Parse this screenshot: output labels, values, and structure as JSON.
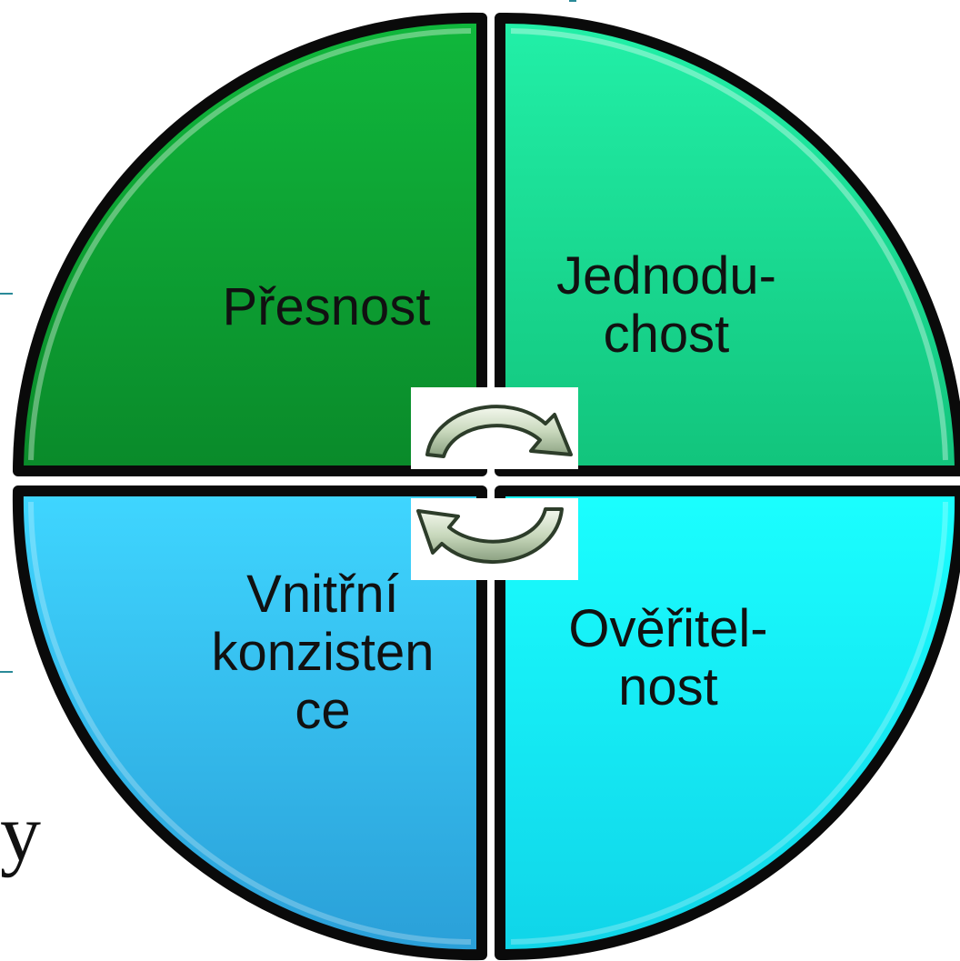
{
  "segments": {
    "top_left": {
      "lines": [
        "Přesnost"
      ],
      "color_light": "#10b83c",
      "color_dark": "#0a8a2a"
    },
    "top_right": {
      "lines": [
        "Jednodu-",
        "chost"
      ],
      "color_light": "#22f0a8",
      "color_dark": "#12c47c"
    },
    "bottom_left": {
      "lines": [
        "Vnitřní",
        "konzisten",
        "ce"
      ],
      "color_light": "#3fd6ff",
      "color_dark": "#2a9fd8"
    },
    "bottom_right": {
      "lines": [
        "Ověřitel-",
        "nost"
      ],
      "color_light": "#1affff",
      "color_dark": "#10d4e8"
    }
  },
  "arrows": {
    "fill": "#c8d8bc",
    "stroke": "#2d3d2a",
    "panel_color": "#ffffff"
  },
  "background_glyphs": {
    "left_letter": "y"
  }
}
